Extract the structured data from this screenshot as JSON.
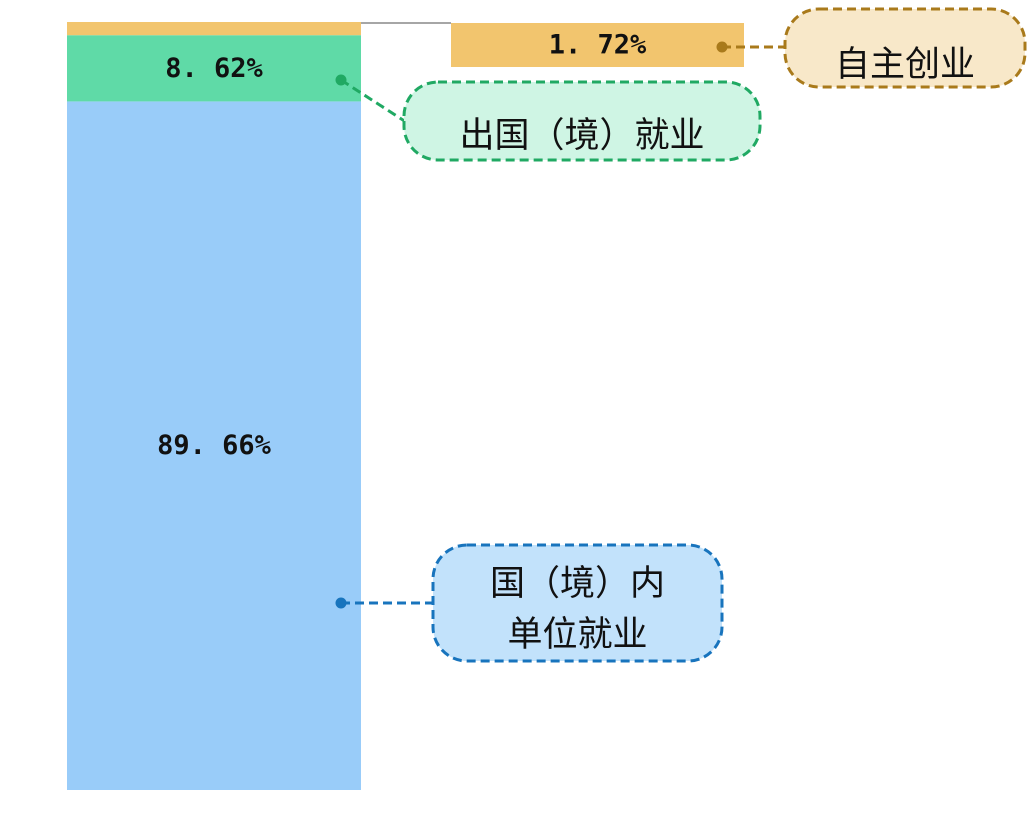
{
  "chart_data": {
    "type": "bar",
    "stacked": true,
    "unit": "%",
    "series": [
      {
        "name": "国（境）内单位就业",
        "value": 89.66,
        "label": "89. 66%",
        "callout": [
          "国（境）内",
          "单位就业"
        ],
        "color": "#99CCF9",
        "callout_fill": "#C2E2FB",
        "callout_stroke": "#1874BD"
      },
      {
        "name": "出国（境）就业",
        "value": 8.62,
        "label": "8. 62%",
        "callout": [
          "出国（境）就业"
        ],
        "color": "#5FDAA7",
        "callout_fill": "#CFF5E4",
        "callout_stroke": "#20A963"
      },
      {
        "name": "自主创业",
        "value": 1.72,
        "label": "1. 72%",
        "callout": [
          "自主创业"
        ],
        "color": "#F2C56E",
        "callout_fill": "#F8E8C9",
        "callout_stroke": "#A97A1B"
      }
    ],
    "ylim": [
      0,
      100
    ],
    "grid": false,
    "legend": "none"
  }
}
